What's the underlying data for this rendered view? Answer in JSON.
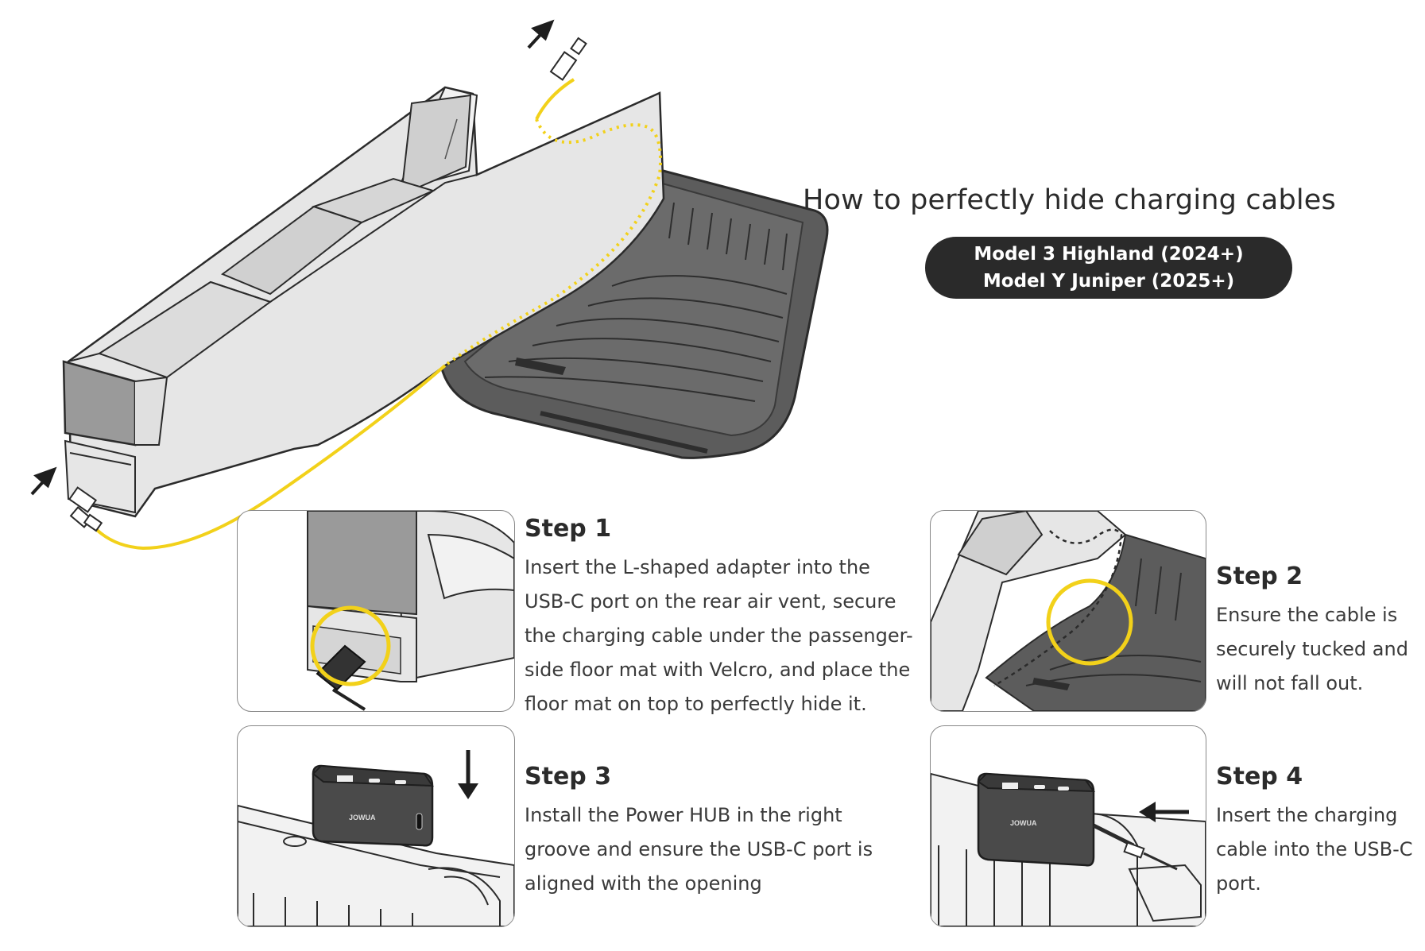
{
  "header": {
    "title": "How to perfectly hide charging cables",
    "models": [
      "Model 3 Highland (2024+)",
      "Model Y Juniper (2025+)"
    ]
  },
  "steps": [
    {
      "title": "Step 1",
      "body": "Insert the L-shaped adapter into the USB-C port on the rear air vent, secure the charging cable under the passenger-side floor mat with Velcro, and place the floor mat on top to perfectly hide it."
    },
    {
      "title": "Step 2",
      "body": "Ensure the cable is securely tucked and will not fall out."
    },
    {
      "title": "Step 3",
      "body": "Install the Power HUB in the right groove and ensure the USB-C port is aligned with the opening"
    },
    {
      "title": "Step 4",
      "body": "Insert the charging cable into the USB-C port."
    }
  ],
  "hub_brand": "JOWUA",
  "colors": {
    "cable": "#f2d11a",
    "mat": "#5a5a5a",
    "console": "#e6e6e6",
    "badge": "#2a2a2a"
  }
}
